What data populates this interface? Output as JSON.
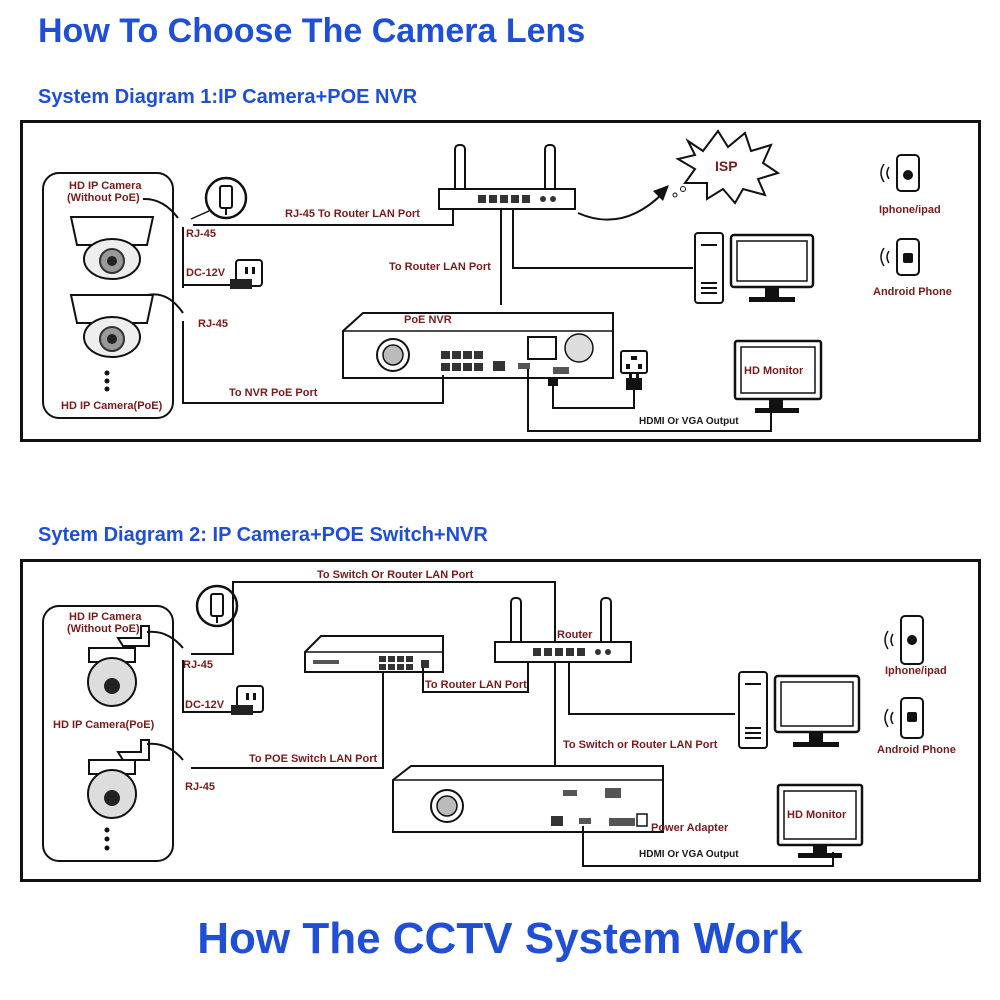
{
  "header": {
    "title": "How To Choose The Camera Lens"
  },
  "diagram1": {
    "title": "System Diagram 1:IP Camera+POE NVR",
    "camera_top_label_1": "HD IP Camera",
    "camera_top_label_2": "(Without PoE)",
    "camera_bottom_label": "HD IP Camera(PoE)",
    "rj45_label_a": "RJ-45",
    "rj45_label_b": "RJ-45",
    "dc_label": "DC-12V",
    "router_link_label": "RJ-45 To Router LAN Port",
    "router_lan_label": "To Router LAN Port",
    "nvr_label": "PoE NVR",
    "nvr_poe_label": "To NVR PoE Port",
    "isp_label": "ISP",
    "iphone_label": "Iphone/ipad",
    "android_label": "Android Phone",
    "monitor_label": "HD Monitor",
    "hdmi_label": "HDMI Or  VGA Output"
  },
  "diagram2": {
    "title": "Sytem Diagram 2: IP Camera+POE Switch+NVR",
    "camera_top_label_1": "HD IP Camera",
    "camera_top_label_2": "(Without PoE)",
    "camera_mid_label": "HD IP Camera(PoE)",
    "rj45_label_a": "RJ-45",
    "rj45_label_b": "RJ-45",
    "dc_label": "DC-12V",
    "switch_router_top_label": "To Switch Or Router LAN Port",
    "router_label": "Router",
    "to_router_lan_label": "To Router LAN Port",
    "poe_switch_lan_label": "To POE Switch LAN Port",
    "switch_or_router_label": "To Switch or Router LAN Port",
    "power_adapter_label": "Power Adapter",
    "hdmi_label": "HDMI Or VGA Output",
    "monitor_label": "HD Monitor",
    "iphone_label": "Iphone/ipad",
    "android_label": "Android Phone"
  },
  "footer": {
    "title": "How The CCTV System Work"
  },
  "colors": {
    "title_blue": "#1f4fd6",
    "label_red": "#7a1a1a",
    "line": "#111111"
  }
}
